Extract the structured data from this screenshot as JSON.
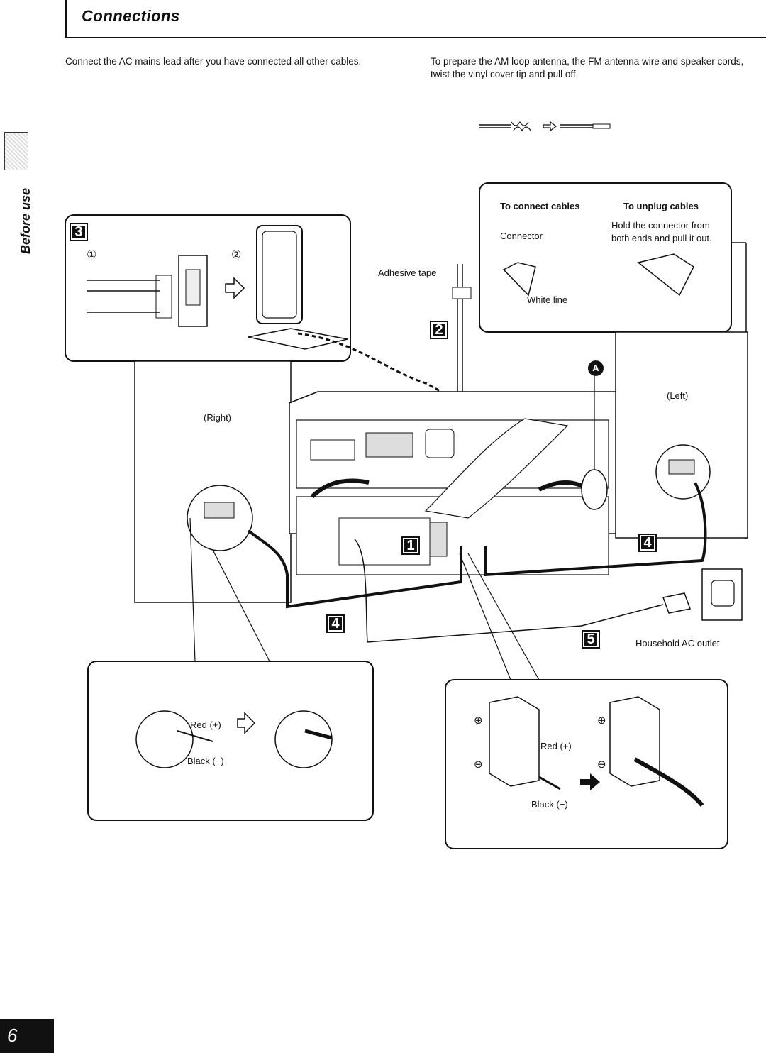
{
  "header": {
    "title": "Connections"
  },
  "intro": {
    "left": "Connect the AC mains lead after you have connected all other cables.",
    "right": "To prepare the AM loop antenna, the FM antenna wire and speaker cords, twist the vinyl cover tip and pull off."
  },
  "side_tab": "Before use",
  "page_number": "6",
  "steps": {
    "s1": "1",
    "s2": "2",
    "s3": "3",
    "s4a": "4",
    "s4b": "4",
    "s5": "5",
    "a": "A"
  },
  "antenna": {
    "circle1": "①",
    "circle2": "②",
    "adhesive": "Adhesive tape"
  },
  "cables_box": {
    "connect_heading": "To connect cables",
    "unplug_heading": "To unplug cables",
    "connector": "Connector",
    "white_line": "White line",
    "hold_line1": "Hold the connector from",
    "hold_line2": "both ends and pull it out."
  },
  "speakers": {
    "right": "(Right)",
    "left": "(Left)"
  },
  "outlet": "Household AC outlet",
  "terminals": {
    "red": "Red (+)",
    "black": "Black (−)",
    "plus": "⊕",
    "minus": "⊖"
  }
}
